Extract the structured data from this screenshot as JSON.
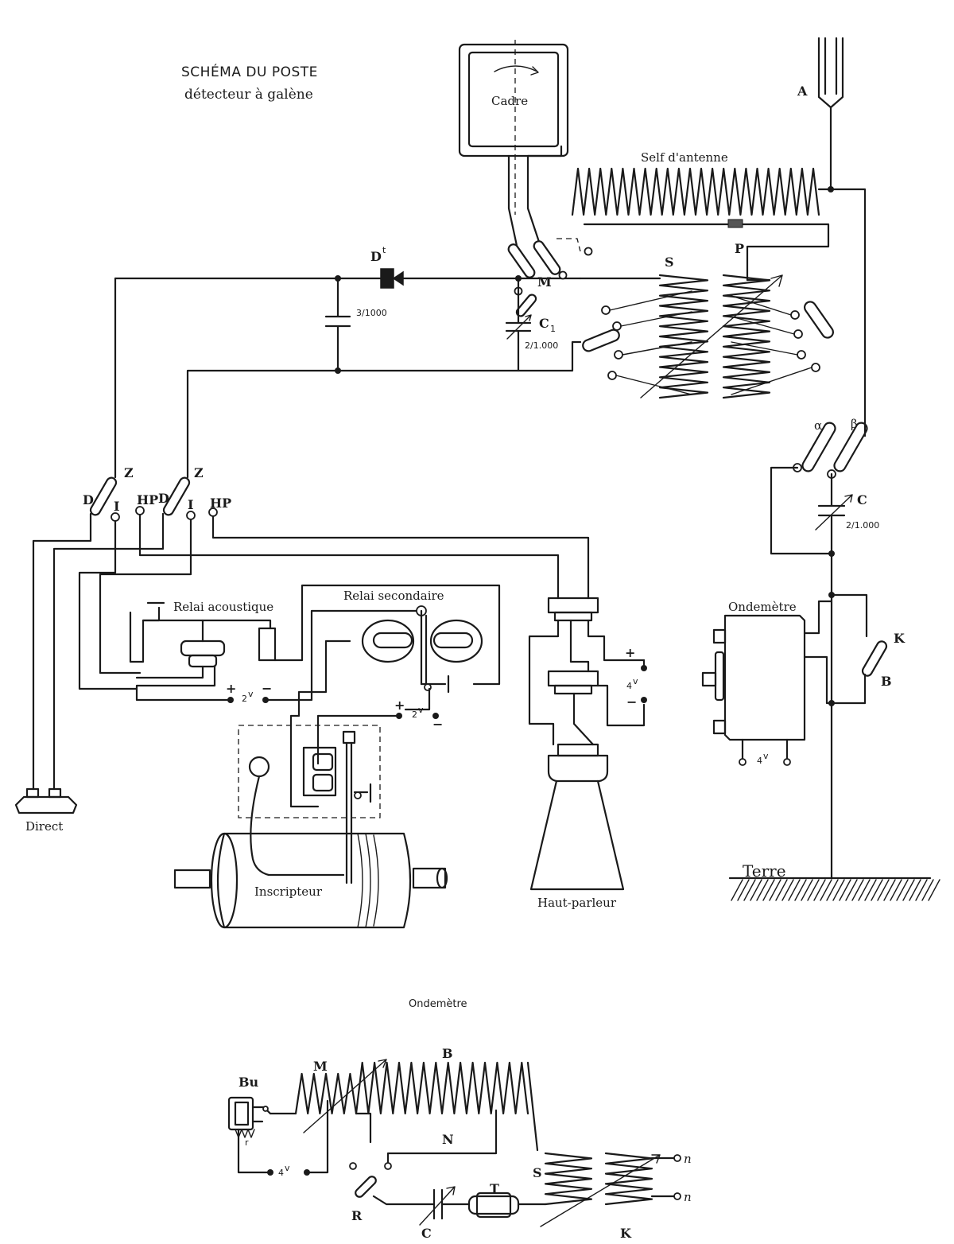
{
  "title": {
    "line1": "SCHÉMA DU POSTE",
    "line2": "détecteur à galène"
  },
  "labels": {
    "antenna": "A",
    "frame": "Cadre",
    "antenna_coil": "Self d'antenne",
    "detector": "D",
    "detector_sup": "t",
    "capacitor_value": "3/1000",
    "switch_m": "M",
    "coil_s": "S",
    "coil_p": "P",
    "capacitor_c1": "C",
    "capacitor_c1_sub": "1",
    "capacitor_c1_value": "2/1.000",
    "switch_alpha": "α",
    "switch_beta": "β",
    "capacitor_c": "C",
    "capacitor_c_value": "2/1.000",
    "switch_z": "Z",
    "switch_d": "D",
    "switch_i": "I",
    "switch_hp": "HP",
    "acoustic_relay": "Relai acoustique",
    "secondary_relay": "Relai secondaire",
    "battery_2v": "2",
    "battery_4v": "4",
    "volt_unit": "v",
    "plus": "+",
    "minus": "−",
    "direct": "Direct",
    "recorder": "Inscripteur",
    "loudspeaker": "Haut-parleur",
    "wavemeter": "Ondemètre",
    "switch_k": "K",
    "switch_b": "B",
    "ground": "Terre"
  },
  "wavemeter_detail": {
    "title": "Ondemètre",
    "buzzer": "Bu",
    "resistor": "r",
    "coil_m": "M",
    "coil_b": "B",
    "tap_n": "N",
    "battery": "4",
    "volt_unit": "v",
    "switch_r": "R",
    "capacitor_c": "C",
    "tube_t": "T",
    "coil_s": "S",
    "coil_k": "K",
    "terminal_n1": "n",
    "terminal_n2": "n"
  }
}
